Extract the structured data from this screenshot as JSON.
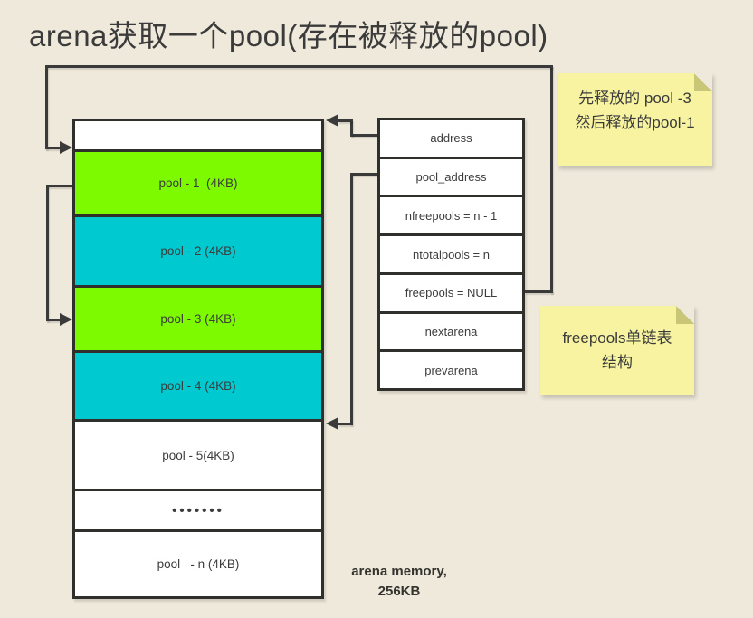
{
  "title": "arena获取一个pool(存在被释放的pool)",
  "colors": {
    "background": "#EFE9DB",
    "line": "#3A3A3A",
    "pool_free": "#7DF900",
    "pool_used": "#00C9D0",
    "cell_white": "#FFFFFF",
    "note_bg": "#F7F3A0",
    "note_fold": "#C9C678",
    "text": "#3B3B3B"
  },
  "arena": {
    "pools": [
      {
        "label": ""
      },
      {
        "label": "pool - 1  (4KB)"
      },
      {
        "label": "pool - 2 (4KB)"
      },
      {
        "label": "pool - 3 (4KB)"
      },
      {
        "label": "pool - 4 (4KB)"
      },
      {
        "label": "pool - 5(4KB)"
      },
      {
        "label": "•••••••"
      },
      {
        "label": "pool   - n (4KB)"
      }
    ],
    "caption_line1": "arena memory,",
    "caption_line2": "256KB"
  },
  "struct": {
    "fields": [
      "address",
      "pool_address",
      "nfreepools = n - 1",
      "ntotalpools = n",
      "freepools = NULL",
      "nextarena",
      "prevarena"
    ]
  },
  "notes": [
    {
      "line1": "先释放的 pool -3",
      "line2": "然后释放的pool-1"
    },
    {
      "line1": "freepools单链表",
      "line2": "结构"
    }
  ]
}
